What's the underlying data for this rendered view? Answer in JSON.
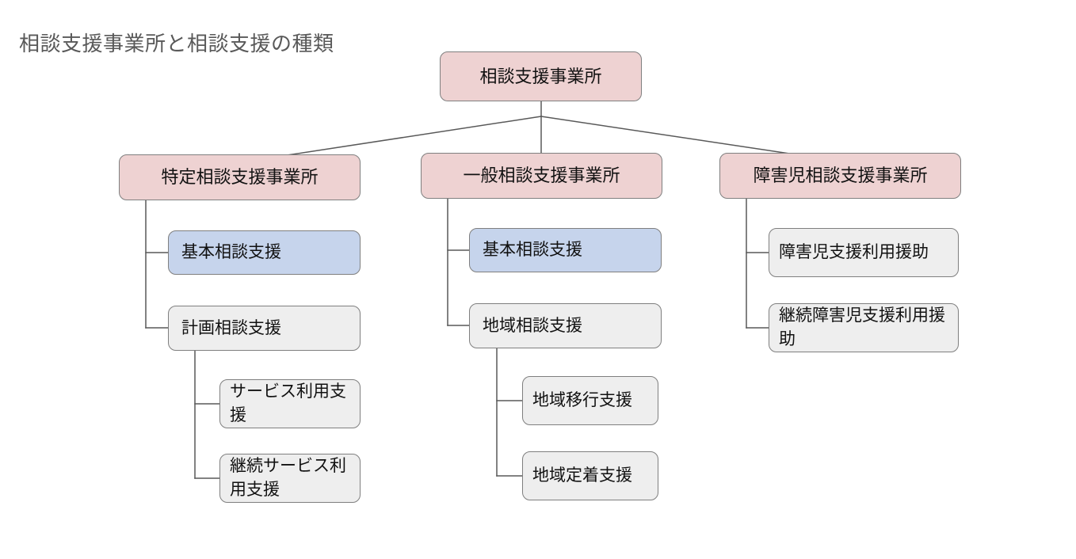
{
  "title": "相談支援事業所と相談支援の種類",
  "colors": {
    "pink_fill": "#eed2d2",
    "blue_fill": "#c6d4ec",
    "gray_fill": "#eeeeee",
    "node_border": "#7f7f7f",
    "edge_line": "#595959",
    "title_text": "#595959",
    "node_text": "#111111",
    "background": "#ffffff"
  },
  "nodes": {
    "root": "相談支援事業所",
    "branch_tokutei": "特定相談支援事業所",
    "branch_ippan": "一般相談支援事業所",
    "branch_shougaiji": "障害児相談支援事業所",
    "tokutei_kihon": "基本相談支援",
    "tokutei_keikaku": "計画相談支援",
    "tokutei_service_riyou": "サービス利用支援",
    "tokutei_keizoku_service": "継続サービス利用支援",
    "ippan_kihon": "基本相談支援",
    "ippan_chiiki": "地域相談支援",
    "ippan_chiiki_ikou": "地域移行支援",
    "ippan_chiiki_teichaku": "地域定着支援",
    "shougaiji_riyou_enjo": "障害児支援利用援助",
    "shougaiji_keizoku_enjo": "継続障害児支援利用援助"
  },
  "tree": {
    "root": {
      "label_key": "root",
      "children": [
        "特定相談支援事業所",
        "一般相談支援事業所",
        "障害児相談支援事業所"
      ]
    },
    "特定相談支援事業所": {
      "children": [
        "基本相談支援",
        "計画相談支援"
      ]
    },
    "計画相談支援": {
      "children": [
        "サービス利用支援",
        "継続サービス利用支援"
      ]
    },
    "一般相談支援事業所": {
      "children": [
        "基本相談支援",
        "地域相談支援"
      ]
    },
    "地域相談支援": {
      "children": [
        "地域移行支援",
        "地域定着支援"
      ]
    },
    "障害児相談支援事業所": {
      "children": [
        "障害児支援利用援助",
        "継続障害児支援利用援助"
      ]
    }
  }
}
